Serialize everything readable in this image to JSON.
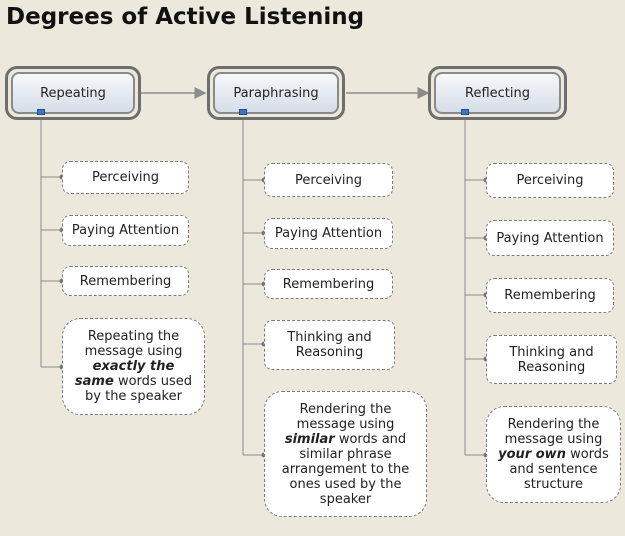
{
  "title": "Degrees of Active Listening",
  "columns": [
    {
      "heading": "Repeating",
      "items": [
        "Perceiving",
        "Paying Attention",
        "Remembering"
      ],
      "description": {
        "pre": "Repeating the message using",
        "emph": "exactly the same",
        "post": "words used by the speaker"
      }
    },
    {
      "heading": "Paraphrasing",
      "items": [
        "Perceiving",
        "Paying Attention",
        "Remembering",
        "Thinking and Reasoning"
      ],
      "description": {
        "pre": "Rendering the message using",
        "emph": "similar",
        "post": "words and similar phrase arrangement to the ones used by the speaker"
      }
    },
    {
      "heading": "Reflecting",
      "items": [
        "Perceiving",
        "Paying Attention",
        "Remembering",
        "Thinking and Reasoning"
      ],
      "description": {
        "pre": "Rendering the message using",
        "emph": "your own",
        "post": "words and sentence structure"
      }
    }
  ],
  "colors": {
    "background": "#ede8dc",
    "connector": "#8c8c8c",
    "collapse_marker": "#3b78c4"
  }
}
